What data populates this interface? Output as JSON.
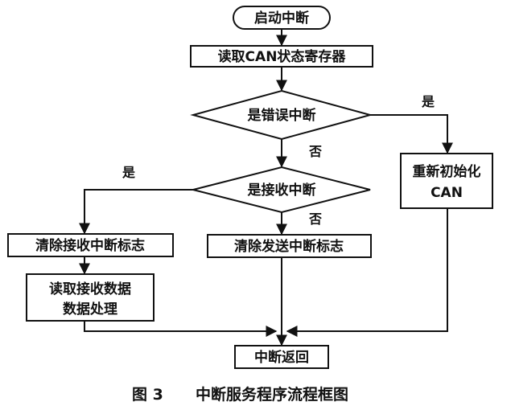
{
  "diagram": {
    "nodes": {
      "start": "启动中断",
      "read_status": "读取CAN状态寄存器",
      "is_error": "是错误中断",
      "is_receive": "是接收中断",
      "reinit_line1": "重新初始化",
      "reinit_line2": "CAN",
      "clear_receive": "清除接收中断标志",
      "clear_send": "清除发送中断标志",
      "read_data_line1": "读取接收数据",
      "read_data_line2": "数据处理",
      "return": "中断返回"
    },
    "edge_labels": {
      "error_yes": "是",
      "error_no": "否",
      "receive_yes": "是",
      "receive_no": "否"
    }
  },
  "caption": {
    "number": "图 3",
    "title": "中断服务程序流程框图"
  }
}
